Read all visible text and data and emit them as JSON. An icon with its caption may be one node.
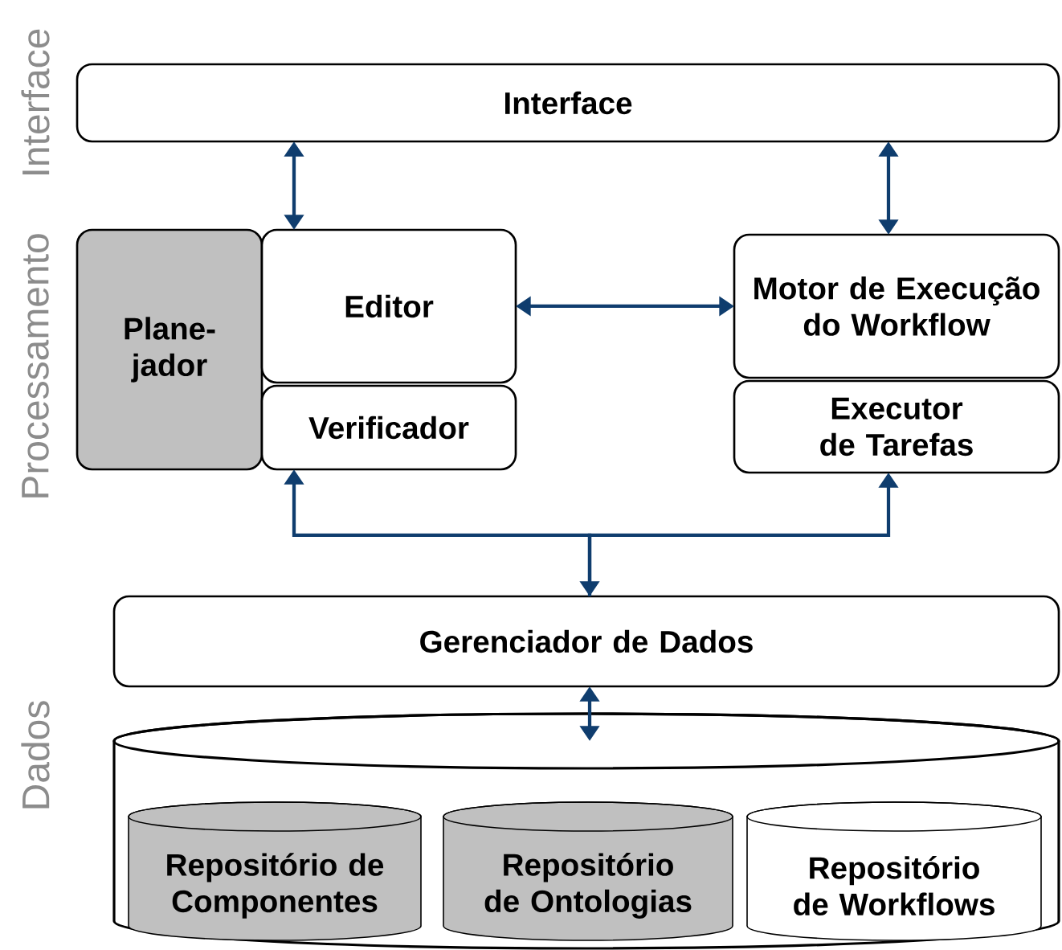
{
  "diagram": {
    "nodes": [
      {
        "text": [
          "Interface"
        ]
      },
      {
        "text": [
          "Plane- jador"
        ]
      },
      {
        "text": [
          "Editor"
        ]
      },
      {
        "text": [
          "Verificador"
        ]
      },
      {
        "text": [
          "Motor de Execução do Workflow"
        ]
      },
      {
        "text": [
          "Executor de Tarefas"
        ]
      },
      {
        "text": [
          "Gerenciador de Dados"
        ]
      },
      {
        "text": [],
        "shape": "cylinder"
      },
      {
        "text": [
          "Repositório de Componentes"
        ],
        "in": 7
      },
      {
        "text": [
          "Repositório de Ontologias"
        ],
        "in": 7
      },
      {
        "text": [
          "Repositório de Workflows"
        ],
        "in": 7
      }
    ],
    "edges": [
      {
        "from": 0,
        "to": 2,
        "arrow": "both"
      },
      {
        "from": 0,
        "to": 4,
        "arrow": "both"
      },
      {
        "from": 2,
        "to": 4,
        "arrow": "both"
      },
      {
        "from": 6,
        "to": 3,
        "arrow": "both"
      },
      {
        "from": 6,
        "to": 5,
        "arrow": "to"
      },
      {
        "from": 6,
        "to": 7,
        "arrow": "both"
      }
    ],
    "labels": [
      "Interface",
      "Processamento",
      "Dados"
    ]
  }
}
